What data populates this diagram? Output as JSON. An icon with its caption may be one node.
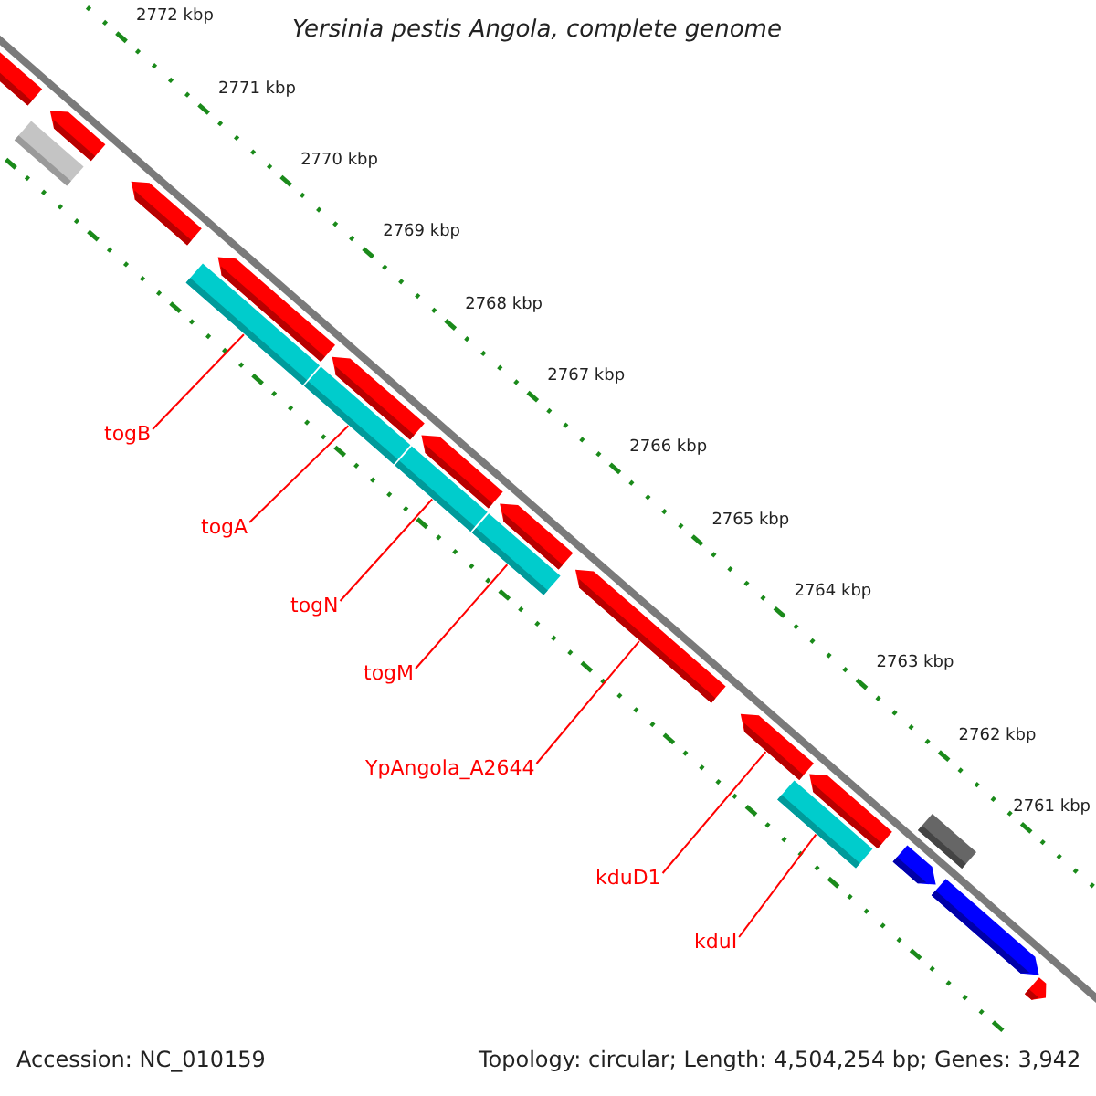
{
  "diagram": {
    "title": "Yersinia pestis Angola, complete genome",
    "nodes": [
      {
        "text": [
          "togB"
        ]
      },
      {
        "text": [
          "togA"
        ]
      },
      {
        "text": [
          "togN"
        ]
      },
      {
        "text": [
          "togM"
        ]
      },
      {
        "text": [
          "YpAngola_A2644"
        ]
      },
      {
        "text": [
          "kduD1"
        ]
      },
      {
        "text": [
          "kduI"
        ]
      },
      {
        "text": [],
        "shape": "arrow"
      },
      {
        "text": [],
        "shape": "arrow"
      },
      {
        "text": [],
        "shape": "bar"
      },
      {
        "text": [],
        "shape": "arrow"
      },
      {
        "text": [],
        "shape": "bar"
      },
      {
        "text": [],
        "shape": "arrow"
      },
      {
        "text": [],
        "shape": "bar"
      },
      {
        "text": [],
        "shape": "arrow"
      },
      {
        "text": [],
        "shape": "bar"
      },
      {
        "text": [],
        "shape": "arrow"
      },
      {
        "text": [],
        "shape": "bar"
      },
      {
        "text": [],
        "shape": "arrow"
      },
      {
        "text": [],
        "shape": "arrow"
      },
      {
        "text": [],
        "shape": "arrow"
      },
      {
        "text": [],
        "shape": "bar"
      },
      {
        "text": [],
        "shape": "arrow"
      },
      {
        "text": [],
        "shape": "bar"
      },
      {
        "text": [],
        "shape": "arrow"
      },
      {
        "text": [],
        "shape": "arrow"
      },
      {
        "text": [],
        "shape": "arrow"
      }
    ],
    "edges": [
      {
        "from": 0,
        "to": 11,
        "arrow": "none"
      },
      {
        "from": 1,
        "to": 13,
        "arrow": "none"
      },
      {
        "from": 2,
        "to": 15,
        "arrow": "none"
      },
      {
        "from": 3,
        "to": 17,
        "arrow": "none"
      },
      {
        "from": 4,
        "to": 19,
        "arrow": "none"
      },
      {
        "from": 5,
        "to": 20,
        "arrow": "none"
      },
      {
        "from": 6,
        "to": 21,
        "arrow": "none"
      }
    ],
    "labels": [
      "2772 kbp",
      "2771 kbp",
      "2770 kbp",
      "2769 kbp",
      "2768 kbp",
      "2767 kbp",
      "2766 kbp",
      "2765 kbp",
      "2764 kbp",
      "2763 kbp",
      "2762 kbp",
      "2761 kbp",
      "Accession: NC_010159",
      "Topology: circular; Length: 4,504,254 bp; Genes: 3,942"
    ]
  }
}
